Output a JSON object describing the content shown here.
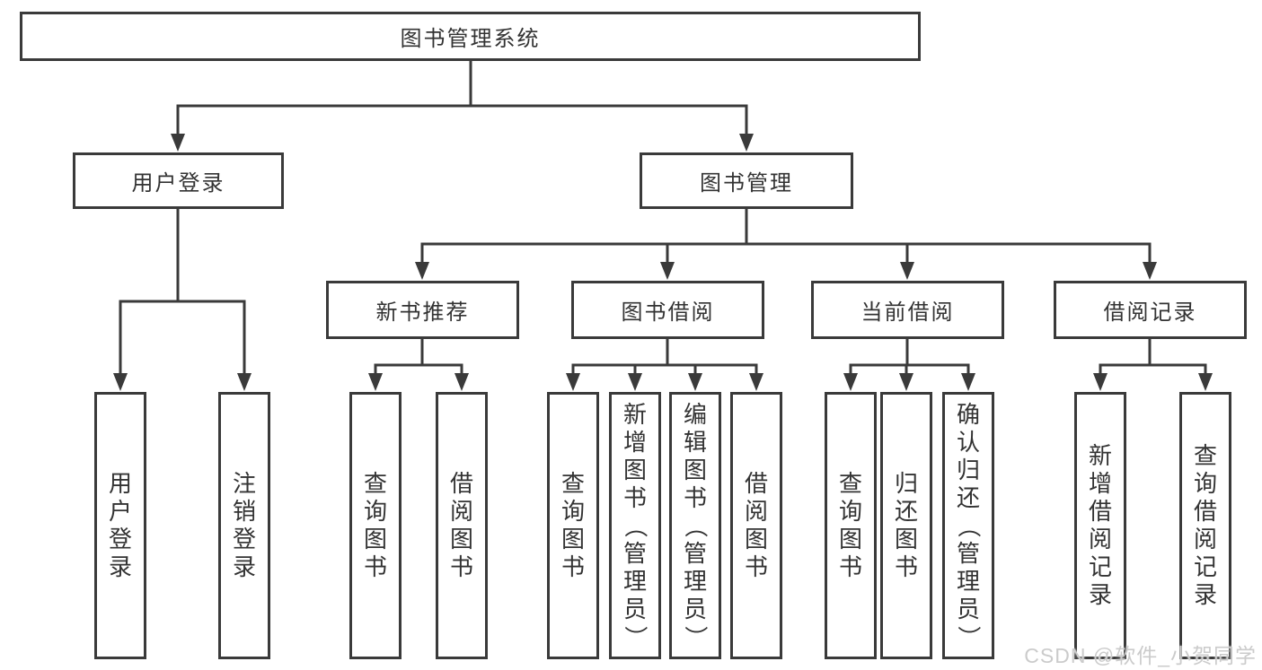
{
  "diagram": {
    "root": {
      "label": "图书管理系统"
    },
    "level1": [
      {
        "label": "用户登录"
      },
      {
        "label": "图书管理"
      }
    ],
    "level2": [
      {
        "label": "新书推荐",
        "parent": "图书管理"
      },
      {
        "label": "图书借阅",
        "parent": "图书管理"
      },
      {
        "label": "当前借阅",
        "parent": "图书管理"
      },
      {
        "label": "借阅记录",
        "parent": "图书管理"
      }
    ],
    "leaves": [
      {
        "label": "用户登录",
        "parent": "用户登录"
      },
      {
        "label": "注销登录",
        "parent": "用户登录"
      },
      {
        "label": "查询图书",
        "parent": "新书推荐"
      },
      {
        "label": "借阅图书",
        "parent": "新书推荐"
      },
      {
        "label": "查询图书",
        "parent": "图书借阅"
      },
      {
        "label": "新增图书（管理员）",
        "parent": "图书借阅"
      },
      {
        "label": "编辑图书（管理员）",
        "parent": "图书借阅"
      },
      {
        "label": "借阅图书",
        "parent": "图书借阅"
      },
      {
        "label": "查询图书",
        "parent": "当前借阅"
      },
      {
        "label": "归还图书",
        "parent": "当前借阅"
      },
      {
        "label": "确认归还（管理员）",
        "parent": "当前借阅"
      },
      {
        "label": "新增借阅记录",
        "parent": "借阅记录"
      },
      {
        "label": "查询借阅记录",
        "parent": "借阅记录"
      }
    ]
  },
  "watermark": {
    "text": "CSDN @软件_小贺同学"
  },
  "colors": {
    "line": "#3a3a3a",
    "text": "#333333",
    "background": "#ffffff",
    "watermark": "#cbcbcb"
  }
}
